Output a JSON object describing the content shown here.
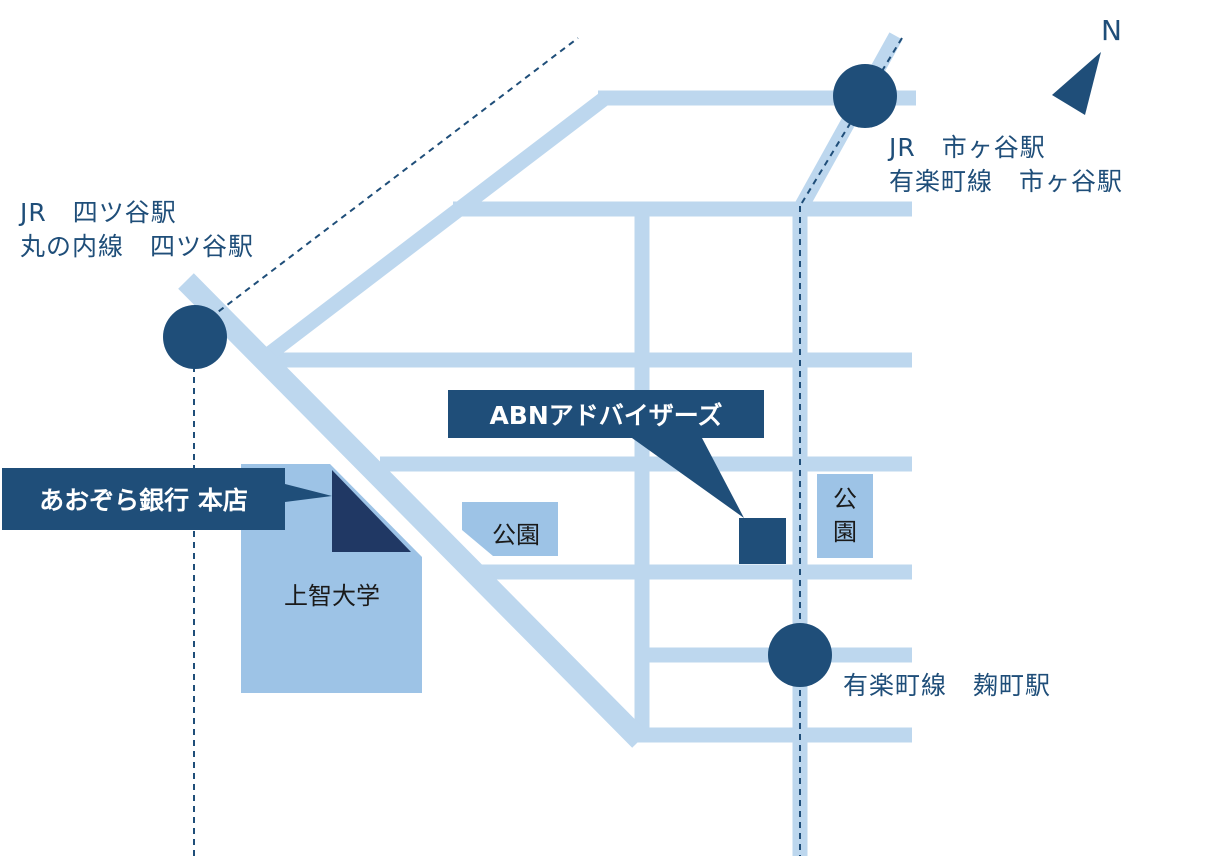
{
  "north_label": "N",
  "stations": {
    "yotsuya": {
      "lines": [
        "JR　四ツ谷駅",
        "丸の内線　四ツ谷駅"
      ]
    },
    "ichigaya": {
      "lines": [
        "JR　市ヶ谷駅",
        "有楽町線　市ヶ谷駅"
      ]
    },
    "kojimachi": {
      "lines": [
        "有楽町線　麹町駅"
      ]
    }
  },
  "places": {
    "office": "ABNアドバイザーズ",
    "bank": "あおぞら銀行 本店",
    "university": "上智大学",
    "park_left": "公園",
    "park_right": [
      "公",
      "園"
    ]
  },
  "colors": {
    "road": "#bdd7ee",
    "area": "#9dc3e6",
    "marker": "#1f4e79",
    "bank_marker": "#203864",
    "text": "#1f4e79"
  }
}
